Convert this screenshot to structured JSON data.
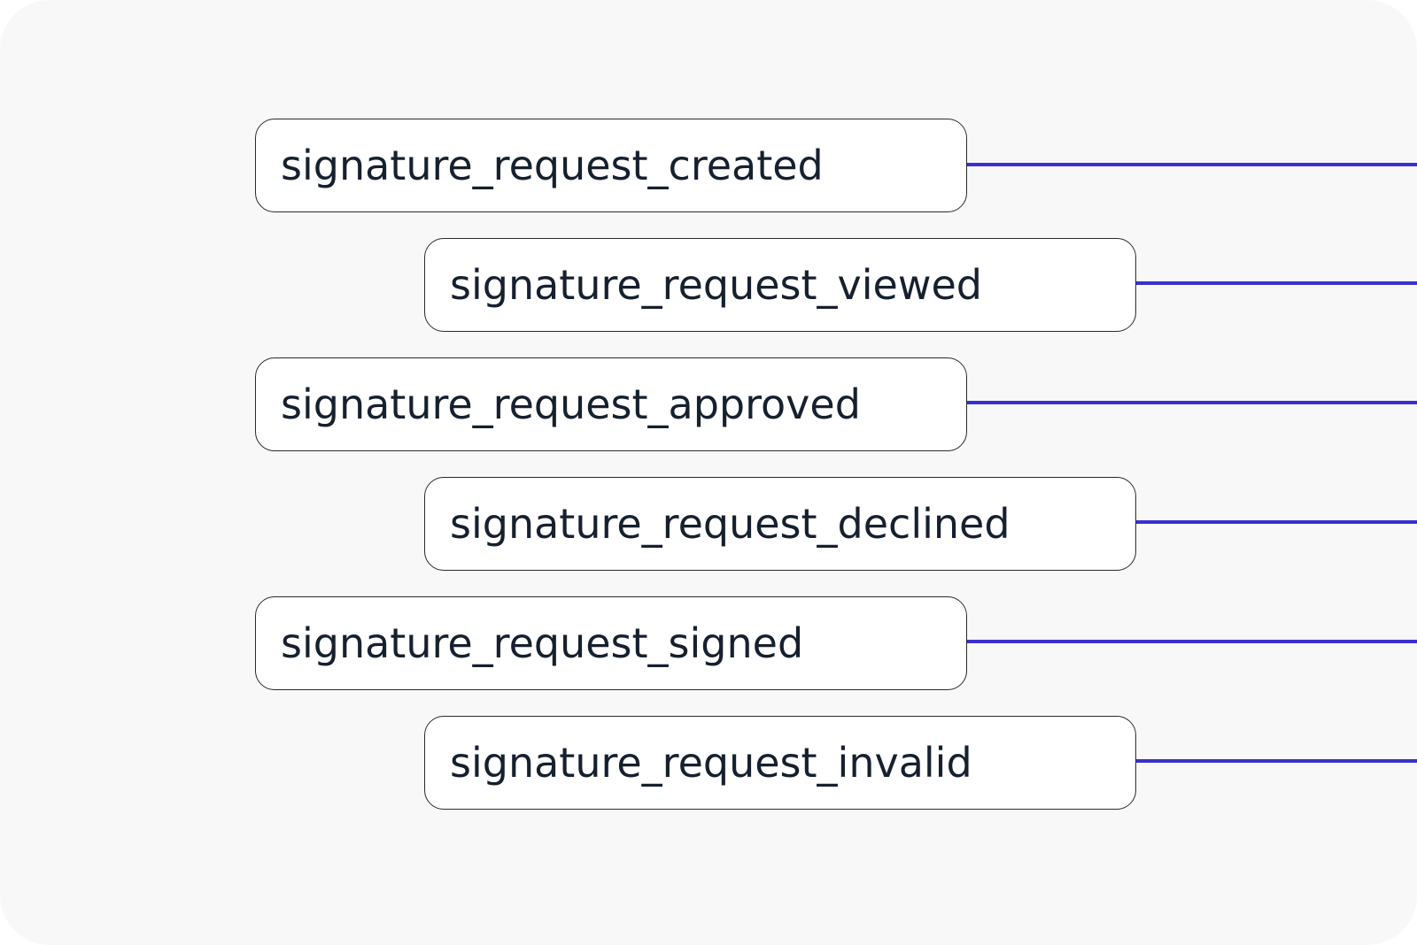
{
  "diagram": {
    "connector_color": "#3b2fcf",
    "events": [
      {
        "label": "signature_request_created"
      },
      {
        "label": "signature_request_viewed"
      },
      {
        "label": "signature_request_approved"
      },
      {
        "label": "signature_request_declined"
      },
      {
        "label": "signature_request_signed"
      },
      {
        "label": "signature_request_invalid"
      }
    ]
  }
}
